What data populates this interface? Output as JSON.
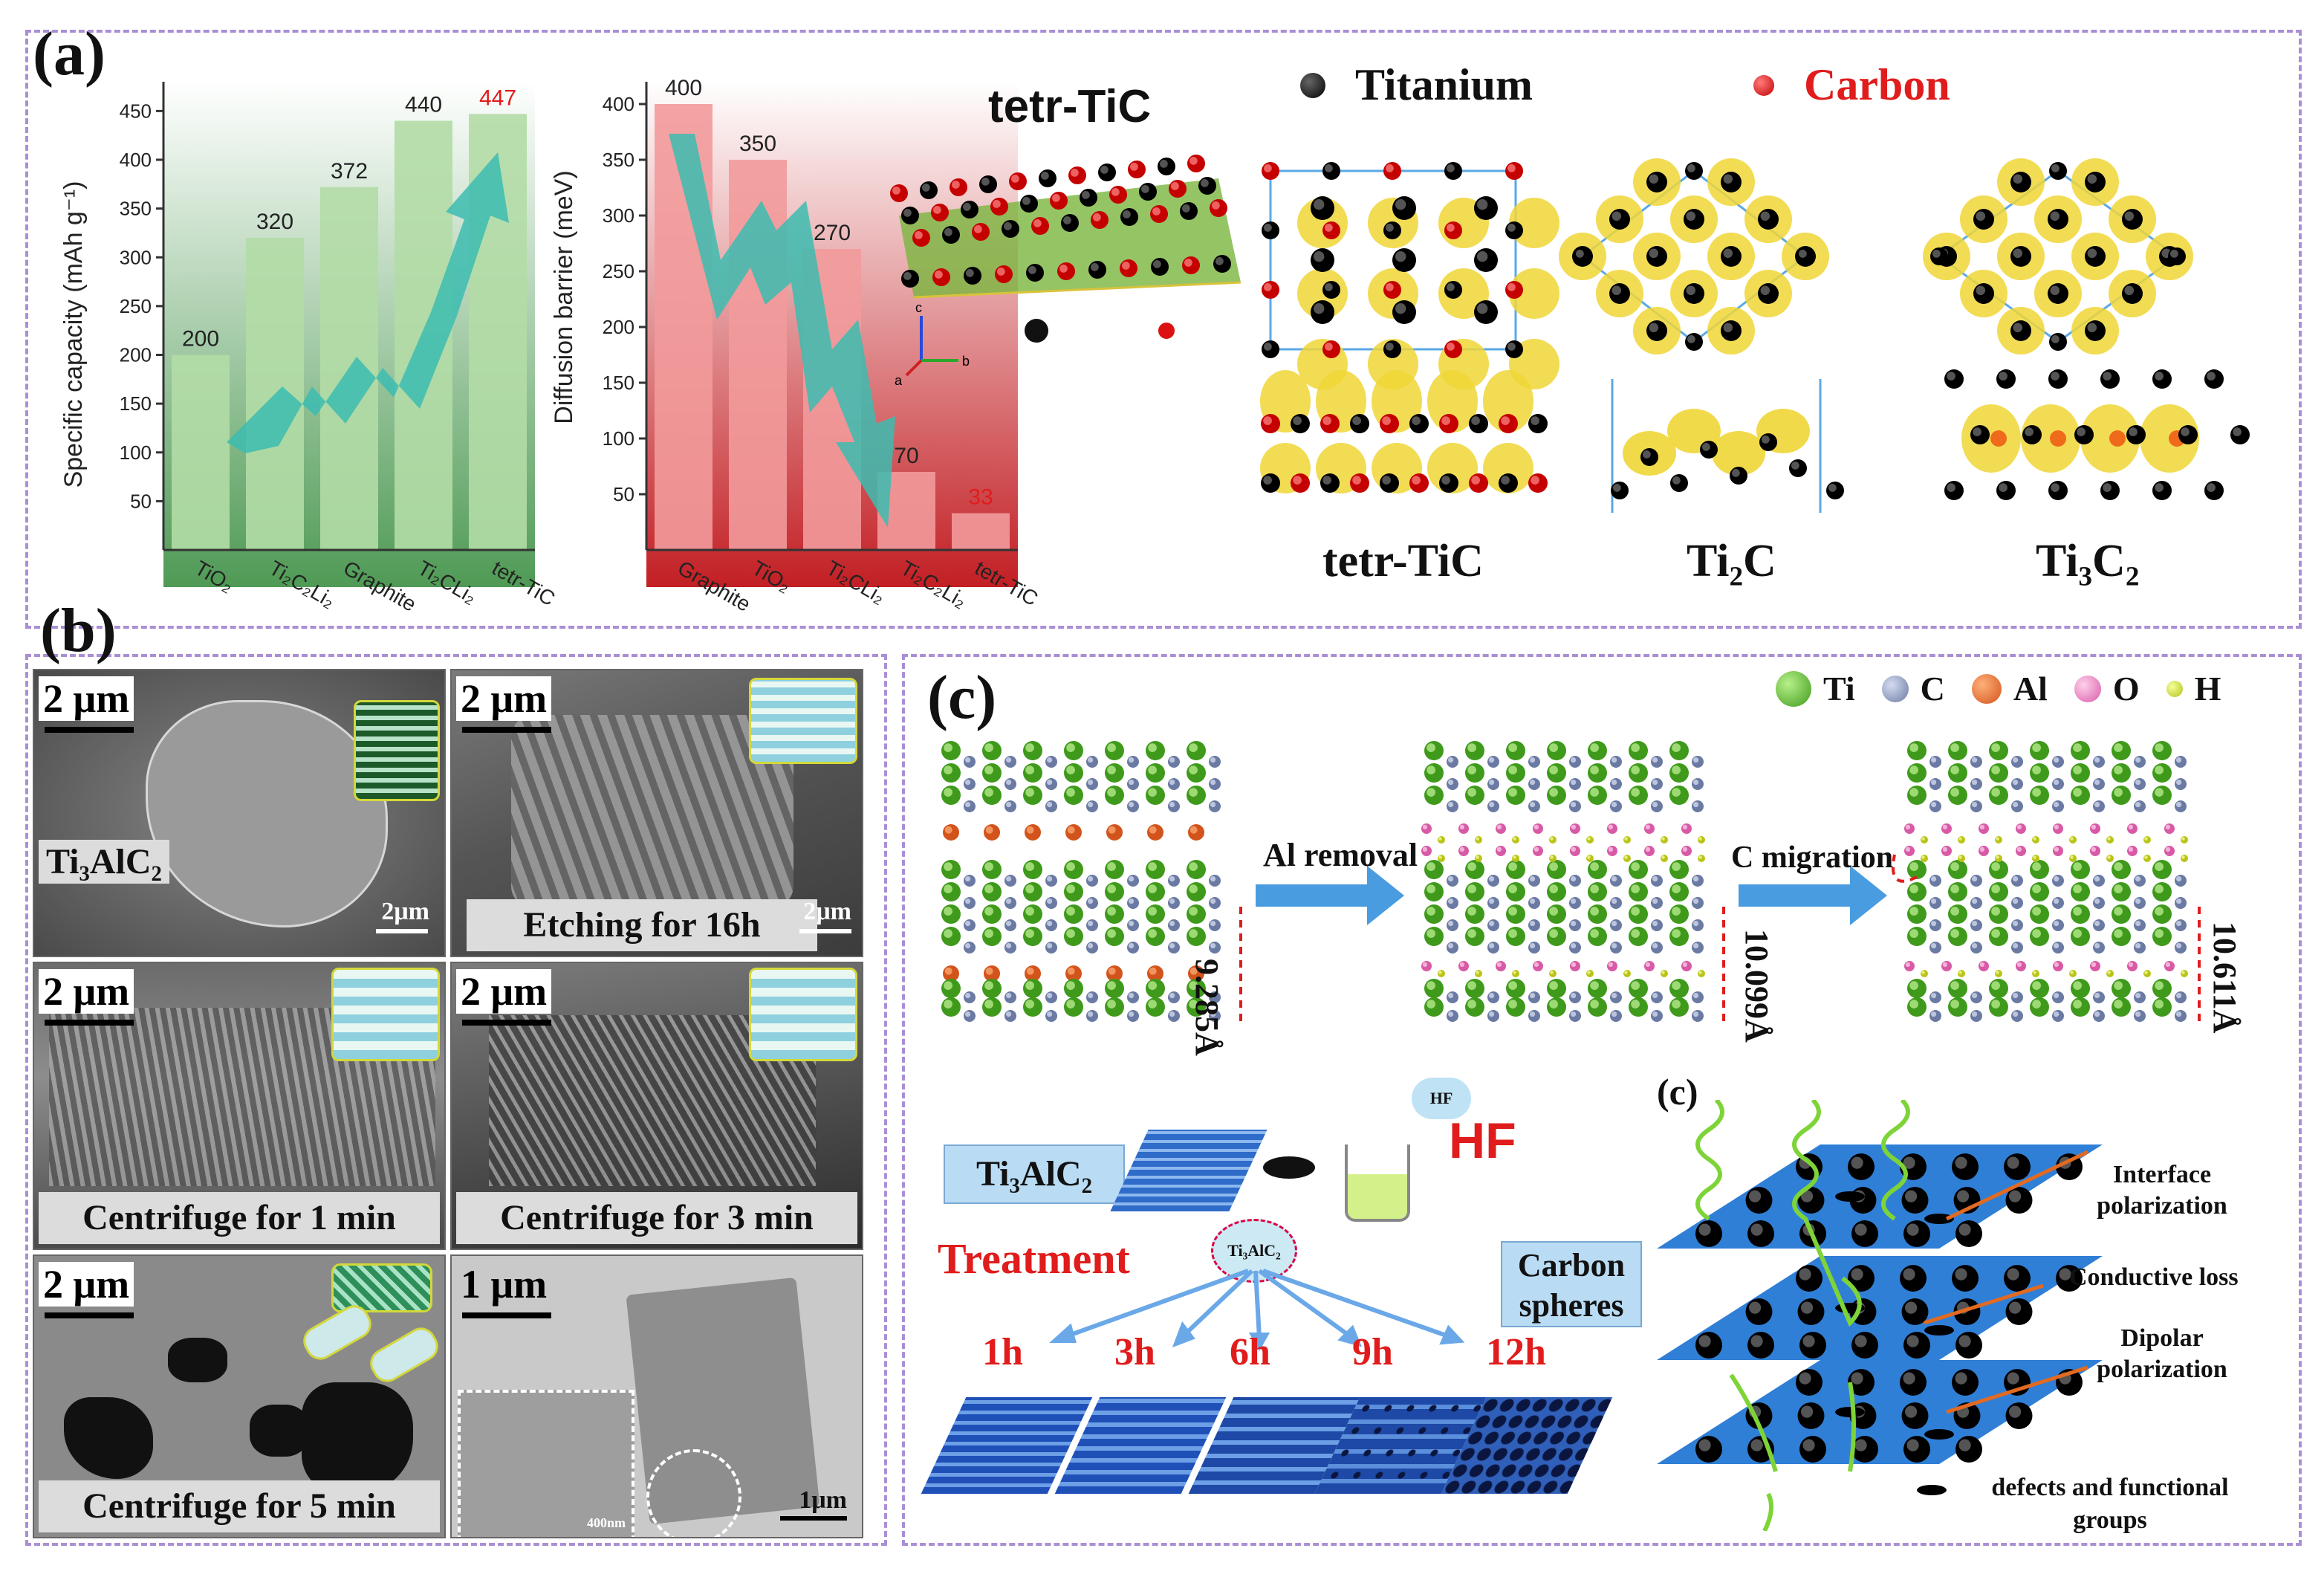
{
  "panel_a": {
    "label": "(a)",
    "chart_left": {
      "ylabel": "Specific capacity (mAh g⁻¹)",
      "yticks": [
        "50",
        "100",
        "150",
        "200",
        "250",
        "300",
        "350",
        "400",
        "450"
      ],
      "bars": [
        {
          "category": "TiO₂",
          "value": 200,
          "label": "200"
        },
        {
          "category": "Ti₂C₂Li₂",
          "value": 320,
          "label": "320"
        },
        {
          "category": "Graphite",
          "value": 372,
          "label": "372"
        },
        {
          "category": "Ti₂CLi₂",
          "value": 440,
          "label": "440"
        },
        {
          "category": "tetr-TiC",
          "value": 447,
          "label": "447"
        }
      ]
    },
    "chart_right": {
      "ylabel": "Diffusion barrier (meV)",
      "yticks": [
        "50",
        "100",
        "150",
        "200",
        "250",
        "300",
        "350",
        "400"
      ],
      "bars": [
        {
          "category": "Graphite",
          "value": 400,
          "label": "400"
        },
        {
          "category": "TiO₂",
          "value": 350,
          "label": "350"
        },
        {
          "category": "Ti₂CLi₂",
          "value": 270,
          "label": "270"
        },
        {
          "category": "Ti₂C₂Li₂",
          "value": 70,
          "label": "70"
        },
        {
          "category": "tetr-TiC",
          "value": 33,
          "label": "33"
        }
      ]
    },
    "struct_title": "tetr-TiC",
    "axis_c": "c",
    "axis_b": "b",
    "axis_a": "a",
    "legend_ti": "Titanium",
    "legend_c": "Carbon",
    "structures": [
      "tetr-TiC",
      "Ti₂C",
      "Ti₃C₂"
    ],
    "colors": {
      "green_bar": "#a9d69a",
      "red_bar": "#ef8f90",
      "arrow": "#3cbcb0",
      "carbon": "#e01c1c"
    }
  },
  "chart_data": [
    {
      "type": "bar",
      "categories": [
        "TiO2",
        "Ti2C2Li2",
        "Graphite",
        "Ti2CLi2",
        "tetr-TiC"
      ],
      "values": [
        200,
        320,
        372,
        440,
        447
      ],
      "ylabel": "Specific capacity (mAh g-1)",
      "ylim": [
        0,
        480
      ]
    },
    {
      "type": "bar",
      "categories": [
        "Graphite",
        "TiO2",
        "Ti2CLi2",
        "Ti2C2Li2",
        "tetr-TiC"
      ],
      "values": [
        400,
        350,
        270,
        70,
        33
      ],
      "ylabel": "Diffusion barrier (meV)",
      "ylim": [
        0,
        420
      ]
    }
  ],
  "panel_b": {
    "label": "(b)",
    "images": [
      {
        "scale": "2 μm",
        "caption": "Ti₃AlC₂",
        "small_scale": "2μm"
      },
      {
        "scale": "2 μm",
        "caption": "Etching for 16h",
        "small_scale": "2μm"
      },
      {
        "scale": "2 μm",
        "caption": "Centrifuge for 1 min",
        "small_scale": ""
      },
      {
        "scale": "2 μm",
        "caption": "Centrifuge for 3 min",
        "small_scale": ""
      },
      {
        "scale": "2 μm",
        "caption": "Centrifuge for 5 min",
        "small_scale": ""
      },
      {
        "scale": "1 μm",
        "caption": "",
        "small_scale": "1μm",
        "inset_scale": "400nm"
      }
    ]
  },
  "panel_c": {
    "label": "(c)",
    "legend": [
      "Ti",
      "C",
      "Al",
      "O",
      "H"
    ],
    "step1": "Al removal",
    "step2": "C migration",
    "d1": "9.285Å",
    "d2": "10.099Å",
    "d3": "10.611Å",
    "precursor": "Ti₃AlC₂",
    "hf_bubble": "HF",
    "hf": "HF",
    "bubble": "Ti₃AlC₂",
    "treatment": "Treatment",
    "times": [
      "1h",
      "3h",
      "6h",
      "9h",
      "12h"
    ],
    "carbon_spheres": "Carbon spheres",
    "sub_label": "(c)",
    "mech_labels": [
      "Interface polarization",
      "Conductive loss",
      "Dipolar polarization"
    ],
    "legend_defects": "defects and functional groups"
  }
}
